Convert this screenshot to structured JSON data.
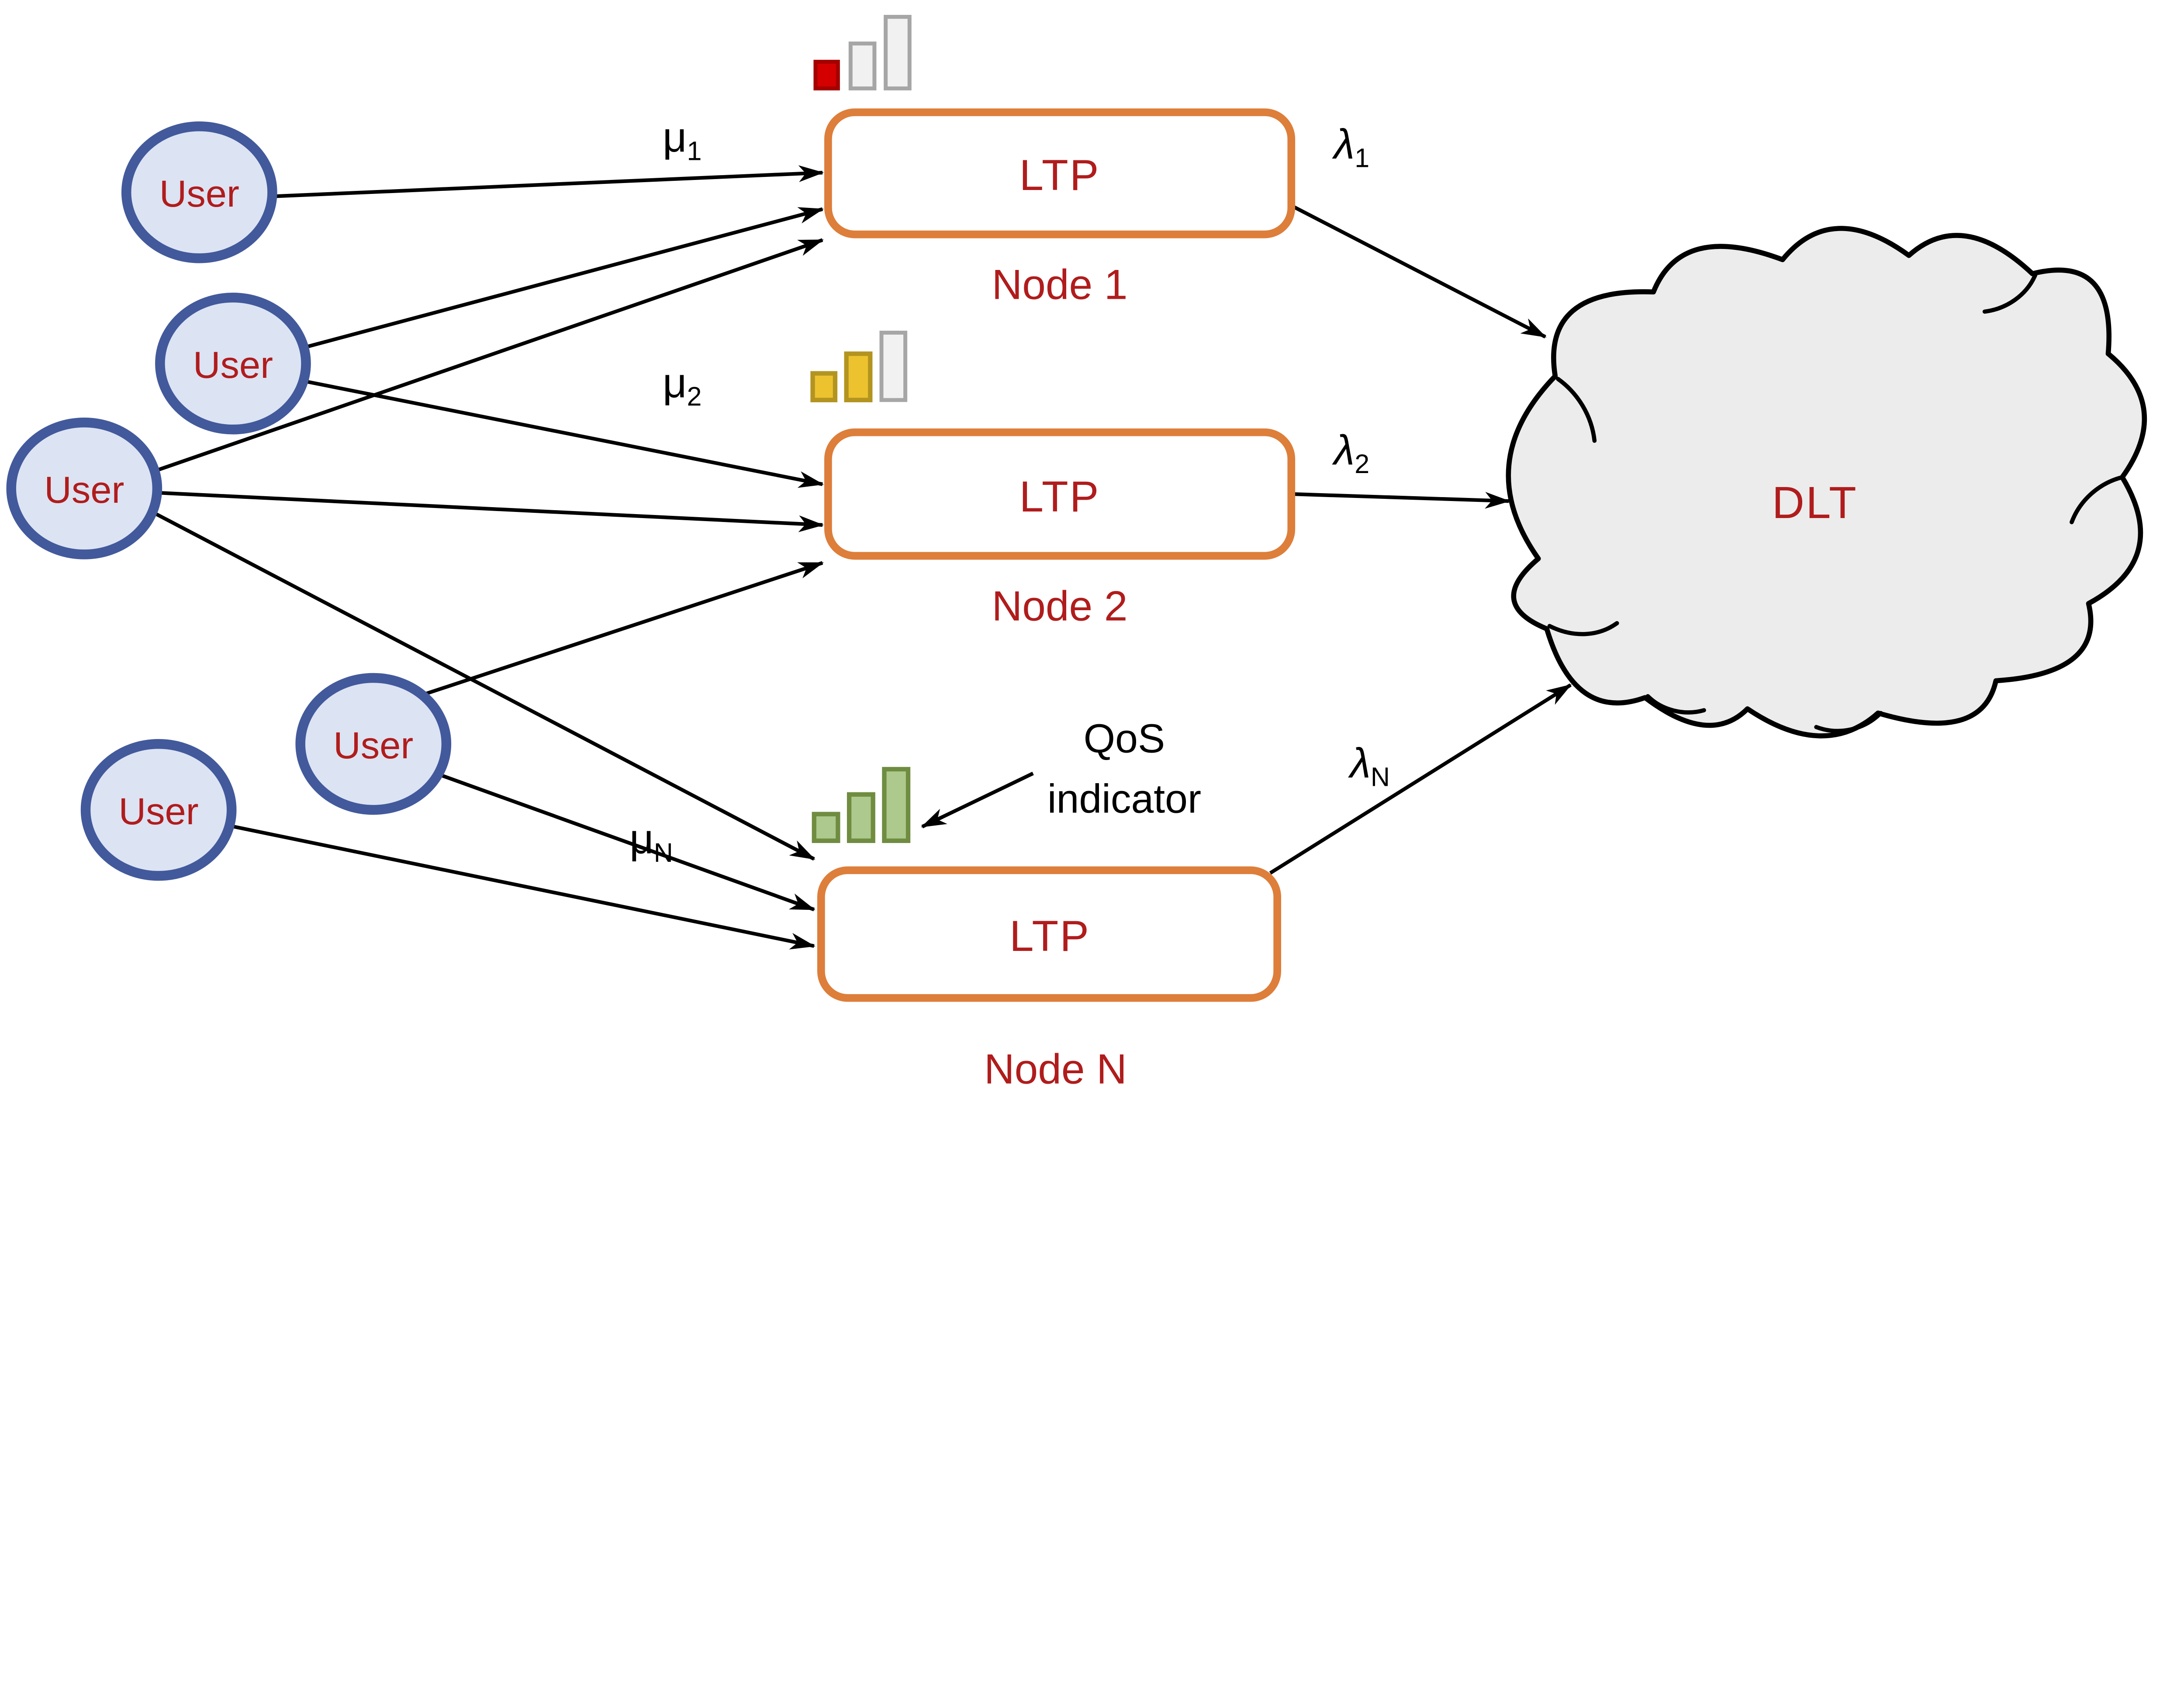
{
  "diagram": {
    "users": [
      {
        "label": "User"
      },
      {
        "label": "User"
      },
      {
        "label": "User"
      },
      {
        "label": "User"
      },
      {
        "label": "User"
      }
    ],
    "nodes": [
      {
        "ltp_label": "LTP",
        "node_name": "Node 1",
        "mu": {
          "symbol": "μ",
          "sub": "1"
        },
        "lambda": {
          "symbol": "λ",
          "sub": "1"
        },
        "qos": {
          "level": "low",
          "active_bars": 1,
          "total_bars": 3,
          "active_color": "#d40000"
        }
      },
      {
        "ltp_label": "LTP",
        "node_name": "Node 2",
        "mu": {
          "symbol": "μ",
          "sub": "2"
        },
        "lambda": {
          "symbol": "λ",
          "sub": "2"
        },
        "qos": {
          "level": "medium",
          "active_bars": 2,
          "total_bars": 3,
          "active_color": "#ecc22f"
        }
      },
      {
        "ltp_label": "LTP",
        "node_name": "Node N",
        "mu": {
          "symbol": "μ",
          "sub": "N"
        },
        "lambda": {
          "symbol": "λ",
          "sub": "N"
        },
        "qos": {
          "level": "high",
          "active_bars": 3,
          "total_bars": 3,
          "active_color": "#adc98d"
        }
      }
    ],
    "cloud": {
      "label": "DLT"
    },
    "qos_annotation": {
      "line1": "QoS",
      "line2": "indicator"
    },
    "colors": {
      "text_red": "#b01c1c",
      "box_orange": "#dd7e3a",
      "user_border": "#42599b",
      "user_fill": "#dce3f3",
      "cloud_fill": "#ececec",
      "inactive_fill": "#f1f1f1",
      "inactive_border": "#a6a6a6",
      "bar_red": "#d40000",
      "bar_red_border": "#a50000",
      "bar_yellow": "#ecc22f",
      "bar_yellow_border": "#b39420",
      "bar_green": "#adc98d",
      "bar_green_border": "#6f8c40",
      "line_black": "#000000"
    }
  }
}
